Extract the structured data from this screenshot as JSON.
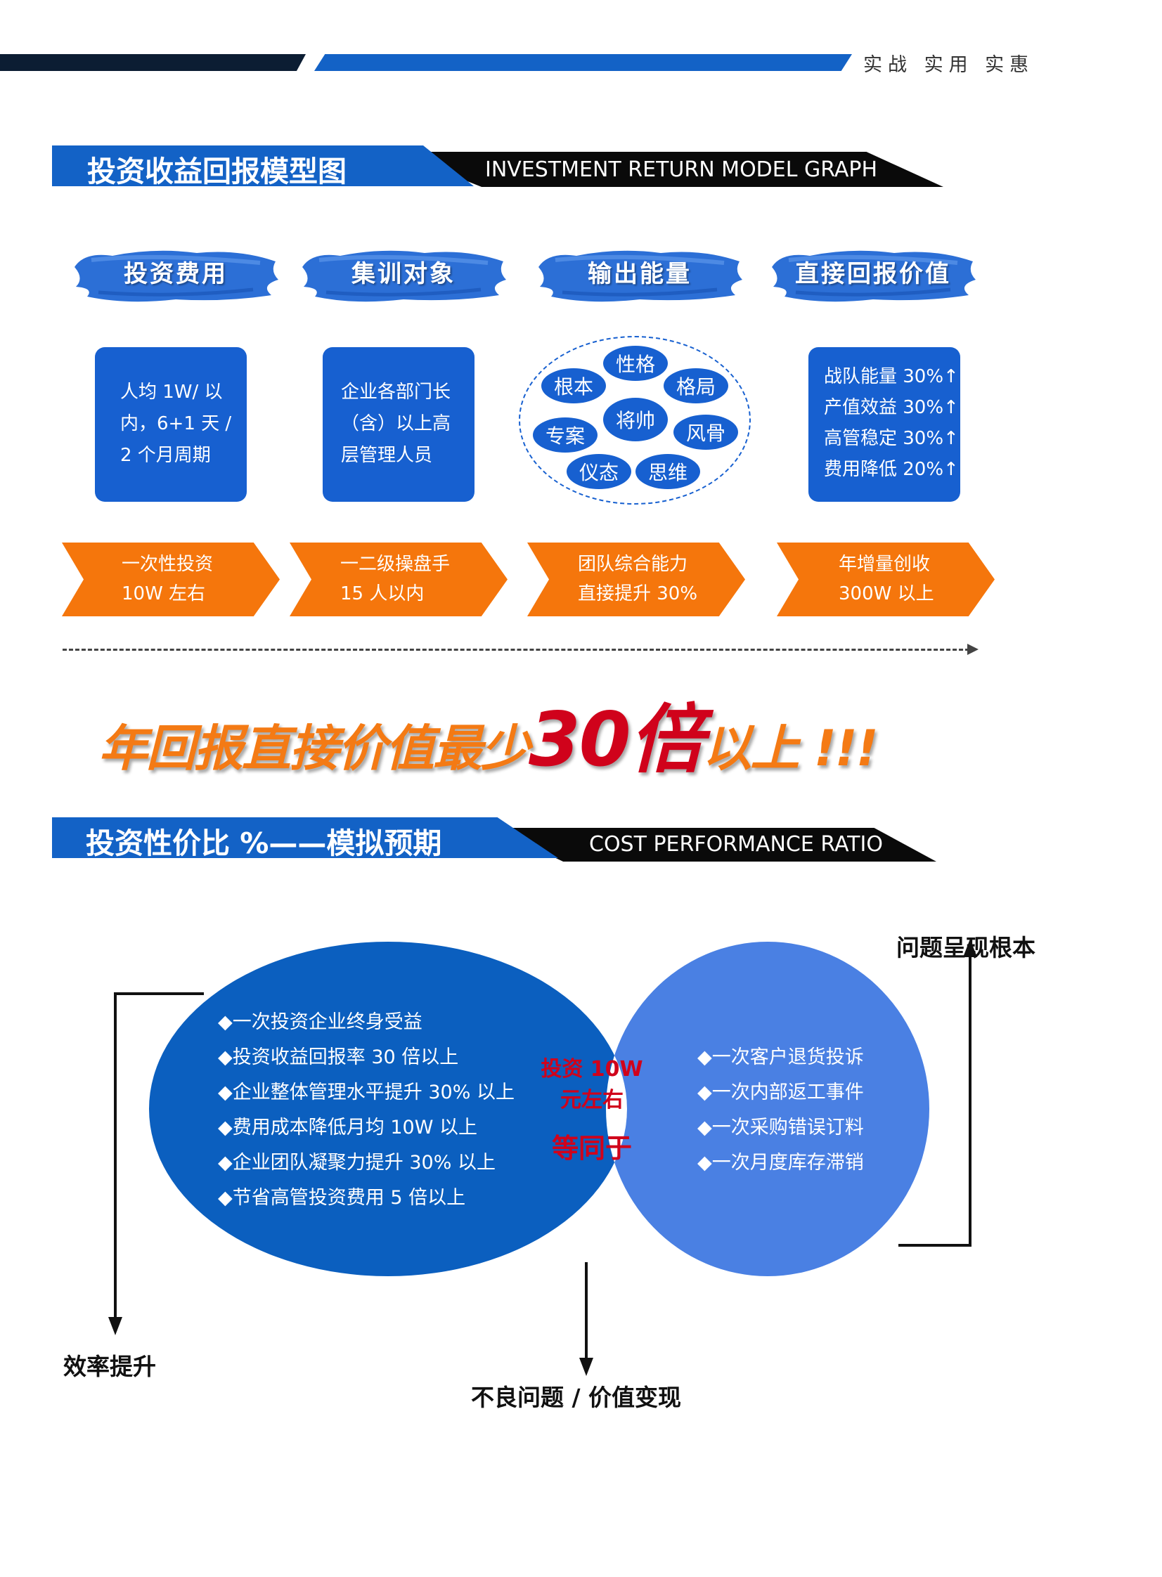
{
  "header": {
    "slogan": "实战   实用   实惠"
  },
  "section1": {
    "title": "投资收益回报模型图",
    "subtitle_en": "INVESTMENT RETURN MODEL GRAPH"
  },
  "columns": [
    {
      "label": "投资费用",
      "card_lines": [
        "人均 1W/ 以",
        "内，6+1 天 /",
        "2 个月周期"
      ],
      "arrow_lines": [
        "一次性投资",
        "10W 左右"
      ]
    },
    {
      "label": "集训对象",
      "card_lines": [
        "企业各部门长",
        "（含）以上高",
        "层管理人员"
      ],
      "arrow_lines": [
        "一二级操盘手",
        "15 人以内"
      ]
    },
    {
      "label": "输出能量",
      "cluster": {
        "center": "将帅",
        "nodes": [
          "性格",
          "根本",
          "格局",
          "专案",
          "风骨",
          "仪态",
          "思维"
        ]
      },
      "arrow_lines": [
        "团队综合能力",
        "直接提升 30%"
      ]
    },
    {
      "label": "直接回报价值",
      "card_lines": [
        "战队能量 30%↑",
        "产值效益 30%↑",
        "高管稳定 30%↑",
        "费用降低 20%↑"
      ],
      "arrow_lines": [
        "年增量创收",
        "300W 以上"
      ]
    }
  ],
  "banner": {
    "prefix": "年回报直接价值最少",
    "number": "30倍",
    "suffix": "以上 !!!"
  },
  "section2": {
    "title": "投资性价比 %——模拟预期",
    "subtitle_en": "COST PERFORMANCE RATIO"
  },
  "venn": {
    "left_items": [
      "◆一次投资企业终身受益",
      "◆投资收益回报率 30 倍以上",
      "◆企业整体管理水平提升 30% 以上",
      "◆费用成本降低月均 10W 以上",
      "◆企业团队凝聚力提升 30% 以上",
      "◆节省高管投资费用 5 倍以上"
    ],
    "center_line1": "投资 10W",
    "center_line2": "元左右",
    "center_line3": "等同于",
    "right_items": [
      "◆一次客户退货投诉",
      "◆一次内部返工事件",
      "◆一次采购错误订料",
      "◆一次月度库存滞销"
    ],
    "label_left": "效率提升",
    "label_bottom": "不良问题 / 价值变现",
    "label_right": "问题呈现根本"
  },
  "colors": {
    "blue": "#1362c6",
    "card_blue": "#1760d0",
    "light_blue": "#4a80e3",
    "orange": "#f5760c",
    "red": "#d0021b"
  }
}
